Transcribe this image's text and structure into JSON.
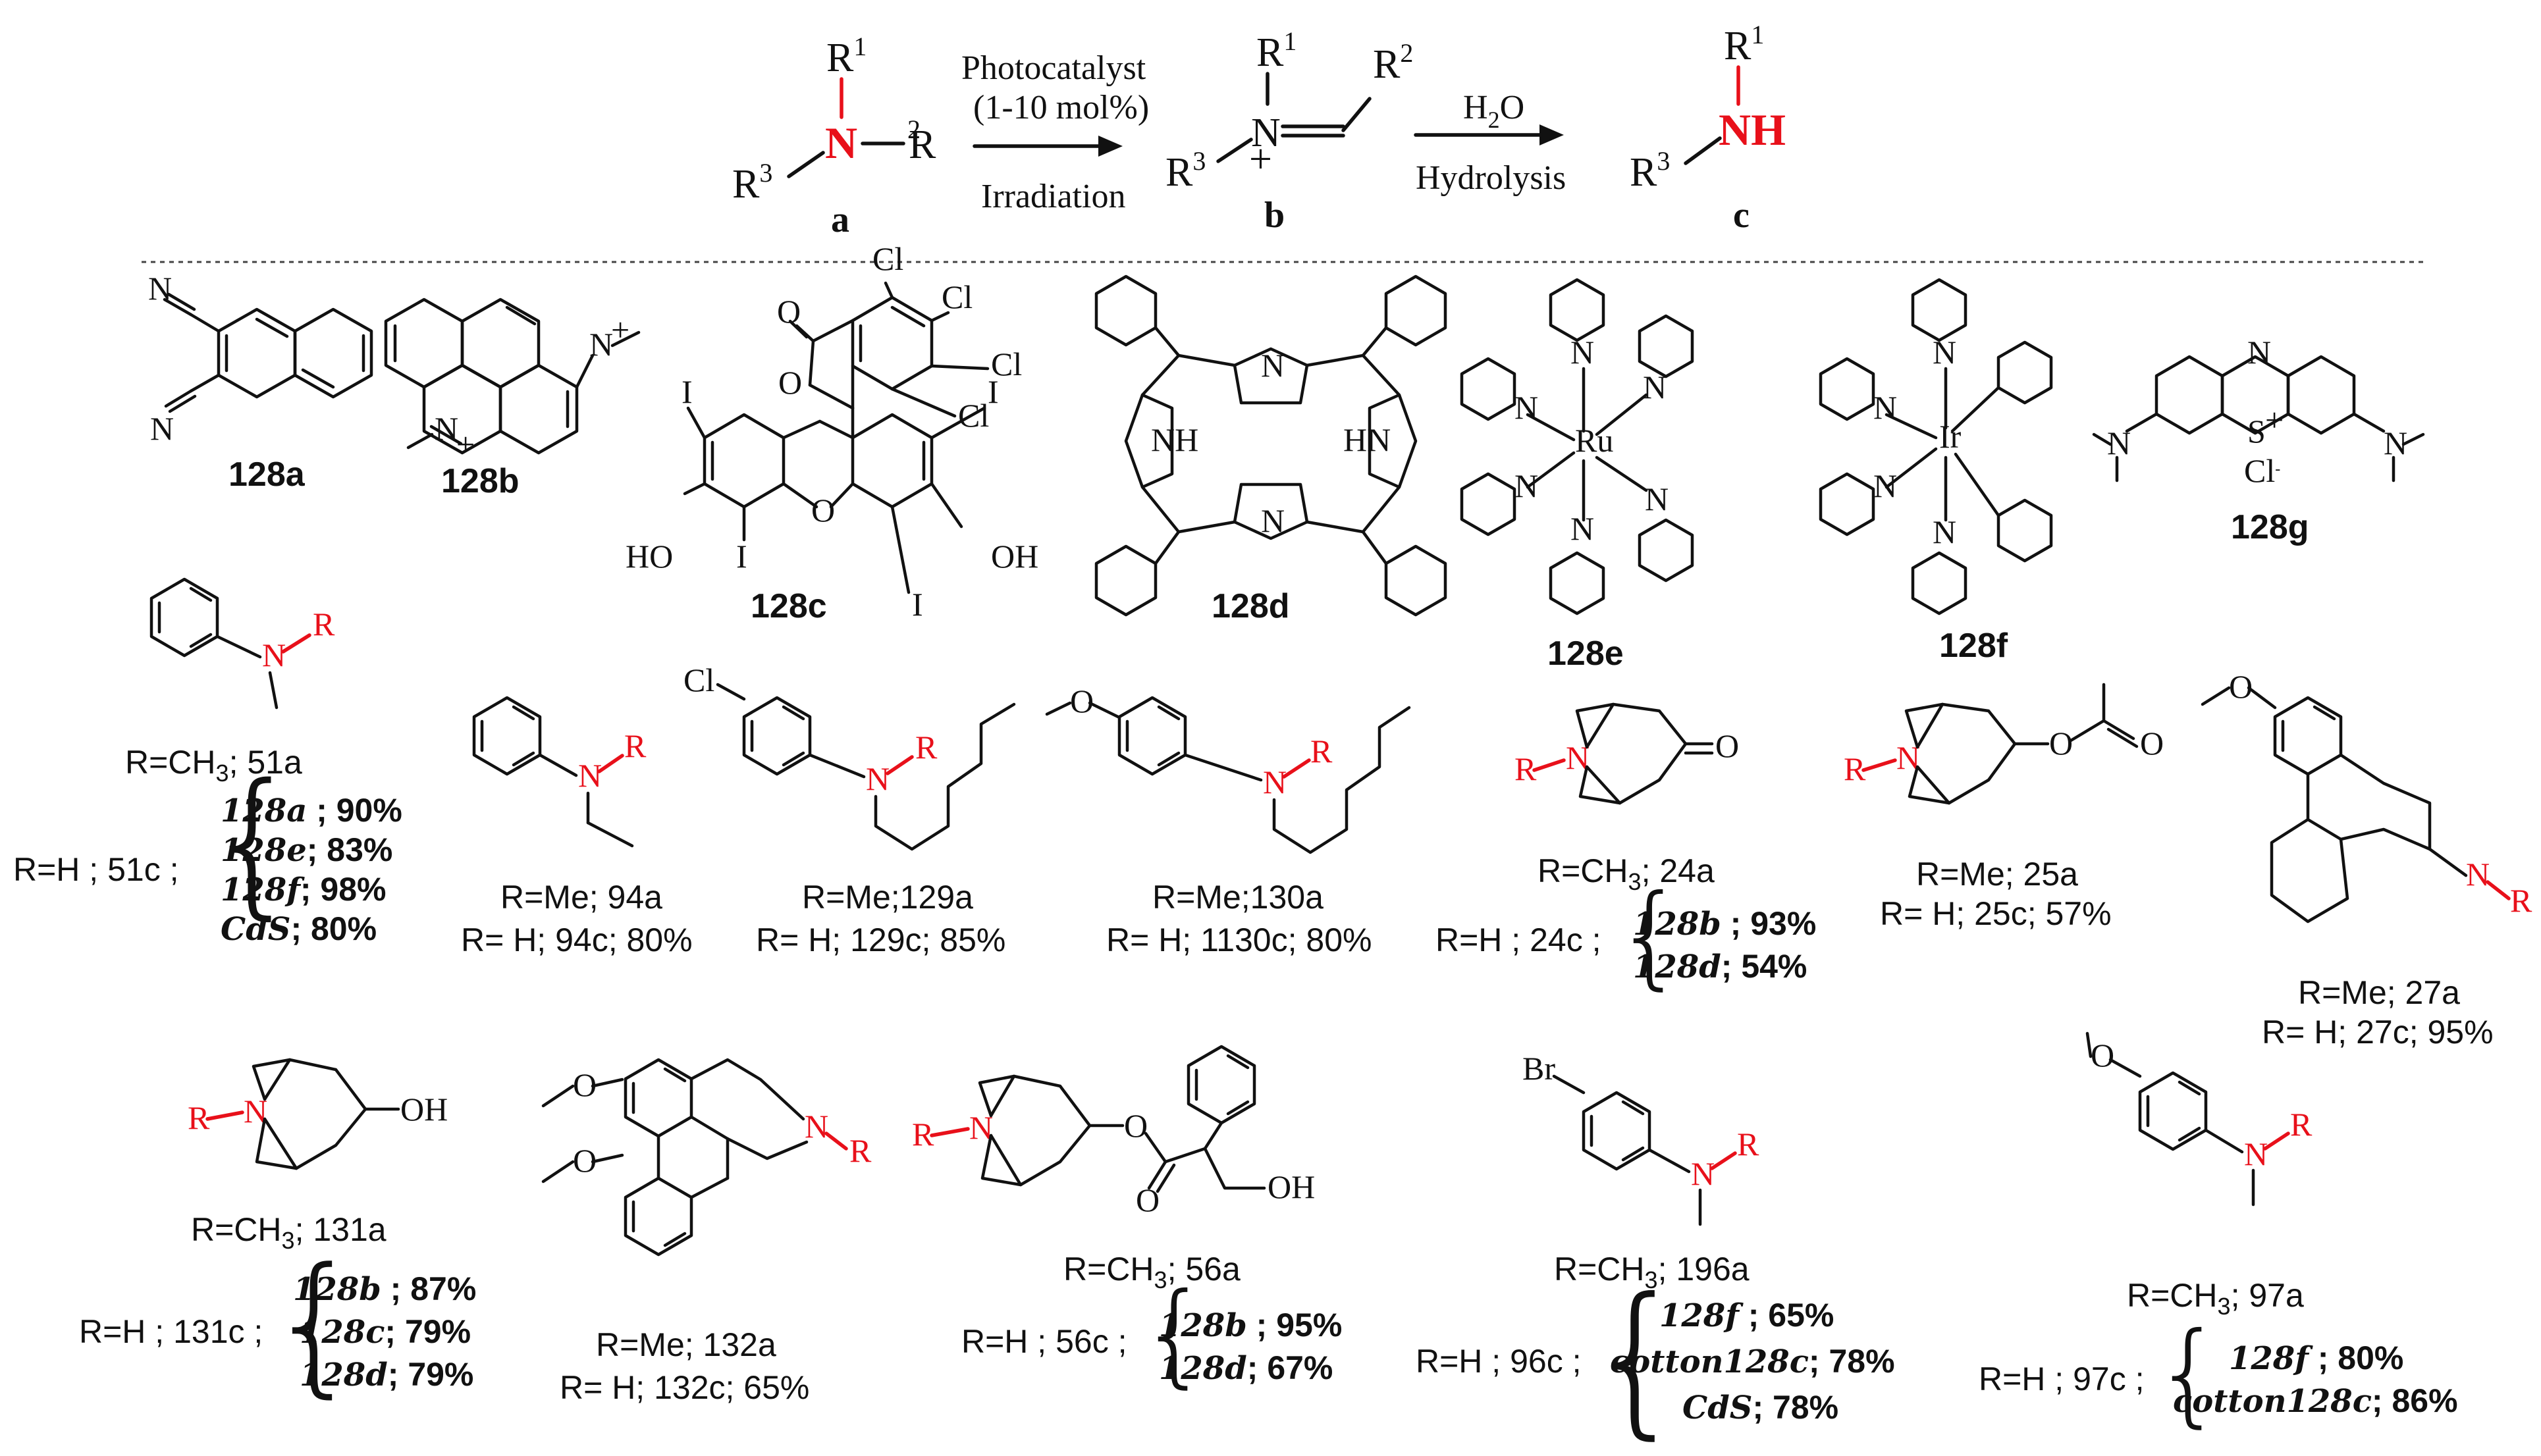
{
  "reaction": {
    "a_r1": "R",
    "a_r1_sup": "1",
    "a_n": "N",
    "a_r2": "R",
    "a_r2_sup": "2",
    "a_r3": "R",
    "a_r3_sup": "3",
    "a_label": "a",
    "step1_top1": "Photocatalyst",
    "step1_top2": "(1-10 mol%)",
    "step1_bottom": "Irradiation",
    "b_r1": "R",
    "b_r1_sup": "1",
    "b_n": "N",
    "b_plus": "+",
    "b_r2": "R",
    "b_r2_sup": "2",
    "b_r3": "R",
    "b_r3_sup": "3",
    "b_label": "b",
    "step2_top": "H",
    "step2_top_sub": "2",
    "step2_top_o": "O",
    "step2_bottom": "Hydrolysis",
    "c_r1": "R",
    "c_r1_sup": "1",
    "c_nh": "NH",
    "c_r3": "R",
    "c_r3_sup": "3",
    "c_label": "c"
  },
  "catalysts": [
    {
      "id": "128a",
      "label": "128a"
    },
    {
      "id": "128b",
      "label": "128b"
    },
    {
      "id": "128c",
      "label": "128c"
    },
    {
      "id": "128d",
      "label": "128d"
    },
    {
      "id": "128e",
      "label": "128e"
    },
    {
      "id": "128f",
      "label": "128f"
    },
    {
      "id": "128g",
      "label": "128g"
    }
  ],
  "atoms": {
    "N": "N",
    "Cl": "Cl",
    "I": "I",
    "O": "O",
    "HO": "HO",
    "OH": "OH",
    "NH": "NH",
    "HN": "HN",
    "Ru": "Ru",
    "Ir": "Ir",
    "S": "S",
    "plus": "+",
    "Cl_minus": "Cl",
    "minus": "-",
    "Br": "Br",
    "R": "R"
  },
  "substrates": [
    {
      "id": "51",
      "line1": "R=CH",
      "line1_sub": "3",
      "line1_rest": "; 51a",
      "prefix": "R=H ; 51c ;",
      "yields": [
        {
          "cat": "128a",
          "sep": " ; ",
          "val": "90%"
        },
        {
          "cat": "128e",
          "sep": "; ",
          "val": "83%"
        },
        {
          "cat": "128f",
          "sep": "; ",
          "val": "98%"
        },
        {
          "cat": "CdS",
          "sep": "; ",
          "val": "80%"
        }
      ]
    },
    {
      "id": "94",
      "line1": "R=Me; 94a",
      "line2": "R= H; 94c; 80%"
    },
    {
      "id": "129",
      "line1": "R=Me;129a",
      "line2": "R= H; 129c; 85%"
    },
    {
      "id": "130",
      "line1": "R=Me;130a",
      "line2": "R= H; 1130c; 80%"
    },
    {
      "id": "24",
      "line1": "R=CH",
      "line1_sub": "3",
      "line1_rest": "; 24a",
      "prefix": "R=H ; 24c ;",
      "yields": [
        {
          "cat": "128b",
          "sep": " ; ",
          "val": "93%"
        },
        {
          "cat": "128d",
          "sep": "; ",
          "val": "54%"
        }
      ]
    },
    {
      "id": "25",
      "line1": "R=Me; 25a",
      "line2": "R= H; 25c; 57%"
    },
    {
      "id": "27",
      "line1": "R=Me; 27a",
      "line2": "R= H; 27c; 95%"
    },
    {
      "id": "131",
      "line1": "R=CH",
      "line1_sub": "3",
      "line1_rest": "; 131a",
      "prefix": "R=H ; 131c ;",
      "yields": [
        {
          "cat": "128b",
          "sep": " ; ",
          "val": "87%"
        },
        {
          "cat": "128c",
          "sep": "; ",
          "val": "79%"
        },
        {
          "cat": "128d",
          "sep": "; ",
          "val": "79%"
        }
      ]
    },
    {
      "id": "132",
      "line1": "R=Me; 132a",
      "line2": "R= H; 132c; 65%"
    },
    {
      "id": "56",
      "line1": "R=CH",
      "line1_sub": "3",
      "line1_rest": "; 56a",
      "prefix": "R=H ; 56c ;",
      "yields": [
        {
          "cat": "128b",
          "sep": " ; ",
          "val": "95%"
        },
        {
          "cat": "128d",
          "sep": "; ",
          "val": "67%"
        }
      ]
    },
    {
      "id": "196",
      "line1": "R=CH",
      "line1_sub": "3",
      "line1_rest": "; 196a",
      "prefix": "R=H ; 96c ;",
      "yields": [
        {
          "cat": "128f",
          "sep": " ; ",
          "val": "65%"
        },
        {
          "cat": "cotton128c",
          "sep": "; ",
          "val": "78%"
        },
        {
          "cat": "CdS",
          "sep": "; ",
          "val": "78%"
        }
      ]
    },
    {
      "id": "97",
      "line1": "R=CH",
      "line1_sub": "3",
      "line1_rest": "; 97a",
      "prefix": "R=H ; 97c ;",
      "yields": [
        {
          "cat": "128f",
          "sep": " ; ",
          "val": "80%"
        },
        {
          "cat": "cotton128c",
          "sep": "; ",
          "val": "86%"
        }
      ]
    }
  ]
}
